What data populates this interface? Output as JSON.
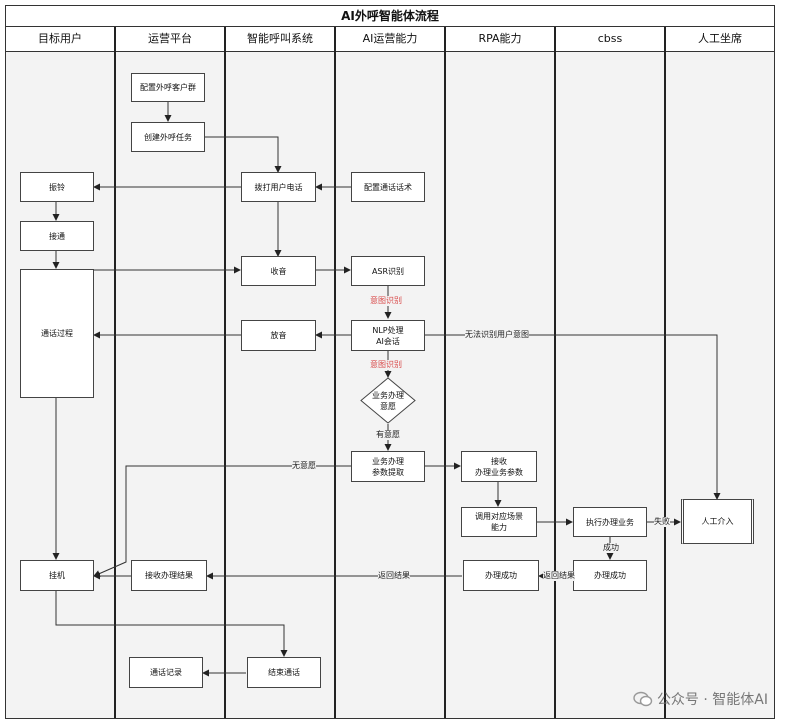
{
  "title": "AI外呼智能体流程",
  "lanes": [
    "目标用户",
    "运营平台",
    "智能呼叫系统",
    "AI运营能力",
    "RPA能力",
    "cbss",
    "人工坐席"
  ],
  "nodes": {
    "n1": "配置外呼客户群",
    "n2": "创建外呼任务",
    "n3": "拨打用户电话",
    "n4": "配置通话话术",
    "n5": "振铃",
    "n6": "接通",
    "n7": "收音",
    "n8": "ASR识别",
    "n9": "通话过程",
    "n10": "放音",
    "n11": "NLP处理\nAI会话",
    "n12": "业务办理\n意愿",
    "n13": "业务办理\n参数提取",
    "n14": "接收\n办理业务参数",
    "n15": "调用对应场景\n能力",
    "n16": "执行办理业务",
    "n17": "人工介入",
    "n18": "挂机",
    "n19": "接收办理结果",
    "n20": "办理成功",
    "n21": "办理成功",
    "n22": "通话记录",
    "n23": "结束通话"
  },
  "edge_labels": {
    "intent1": "意图识别",
    "intent2": "意图识别",
    "unrecognized": "无法识别用户意图",
    "has_intent": "有意愿",
    "no_intent": "无意愿",
    "fail": "失败",
    "success": "成功",
    "return1": "返回结果",
    "return2": "返回结果"
  },
  "watermark": "公众号 · 智能体AI"
}
